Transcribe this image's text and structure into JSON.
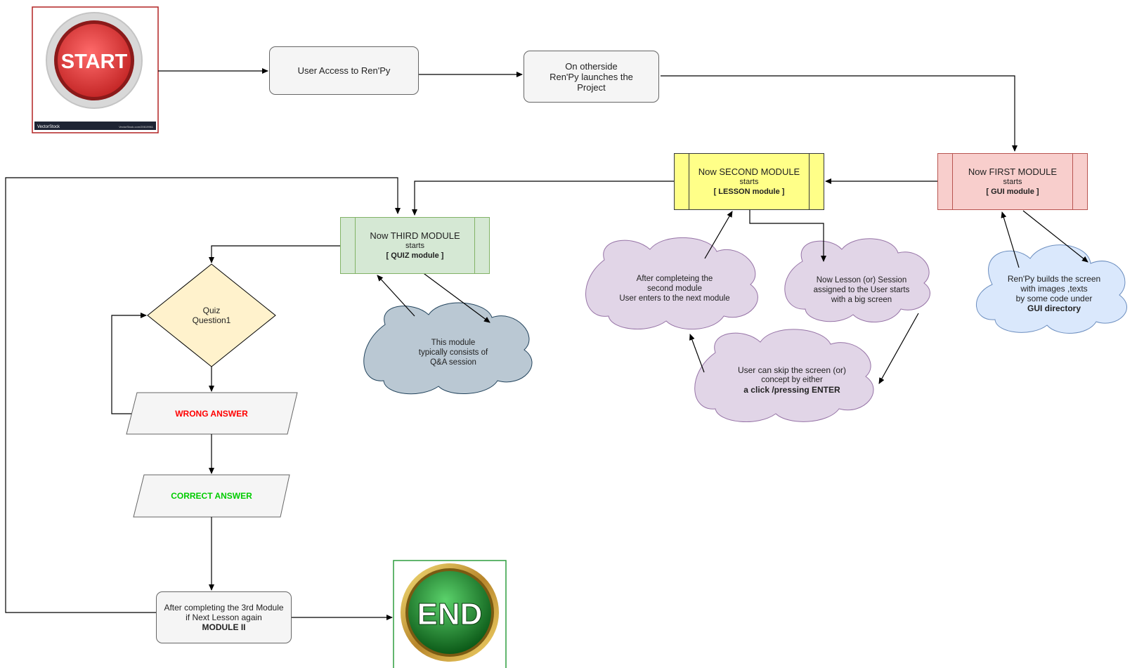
{
  "start": {
    "badge": "START",
    "brand": "VectorStock",
    "footer_url": "VectorStock.com/20619961"
  },
  "end": {
    "badge": "END"
  },
  "user_access": {
    "text": "User Access to Ren'Py"
  },
  "otherside": {
    "line1": "On otherside",
    "line2": "Ren'Py launches the",
    "line3": "Project"
  },
  "first_module": {
    "line1": "Now  FIRST MODULE",
    "line2": "starts",
    "line3": "[ GUI module ]"
  },
  "second_module": {
    "line1": "Now  SECOND MODULE",
    "line2": "starts",
    "line3": "[ LESSON module ]"
  },
  "third_module": {
    "line1": "Now  THIRD MODULE",
    "line2": "starts",
    "line3": "[ QUIZ module ]"
  },
  "gui_cloud": {
    "line1": "Ren'Py builds the screen",
    "line2": "with images ,texts",
    "line3": "by some code under",
    "line4": "GUI directory"
  },
  "lesson_cloud": {
    "line1": "Now Lesson (or) Session",
    "line2": "assigned to the User starts",
    "line3": "with a big screen"
  },
  "after_second_cloud": {
    "line1": "After completeing the",
    "line2": "second module",
    "line3": "User enters to the next module"
  },
  "skip_cloud": {
    "line1": "User can skip the screen (or)",
    "line2": "concept by either",
    "line3": "a click /pressing ENTER"
  },
  "quiz_cloud": {
    "line1": "This module",
    "line2": "typically consists of",
    "line3": "Q&A session"
  },
  "quiz": {
    "line1": "Quiz",
    "line2": "Question1"
  },
  "wrong": {
    "text": "WRONG ANSWER"
  },
  "correct": {
    "text": "CORRECT ANSWER"
  },
  "after_third": {
    "line1": "After completing the 3rd Module",
    "line2": "if Next Lesson again",
    "line3": "MODULE II"
  },
  "colors": {
    "start_red": "#e53935",
    "end_green": "#1b8a2e",
    "gold": "#c9a23a",
    "first_fill": "#f8cecc",
    "first_border": "#b85450",
    "second_fill": "#ffff88",
    "second_border": "#36393d",
    "third_fill": "#d5e8d4",
    "third_border": "#82b366",
    "quiz_fill": "#fff2cc",
    "quiz_border": "#000000",
    "purple_cloud": "#e1d5e7",
    "blue_cloud": "#dae8fc",
    "gray_cloud": "#bac8d3",
    "wrong_text": "#ff0000",
    "correct_text": "#00cc00"
  }
}
